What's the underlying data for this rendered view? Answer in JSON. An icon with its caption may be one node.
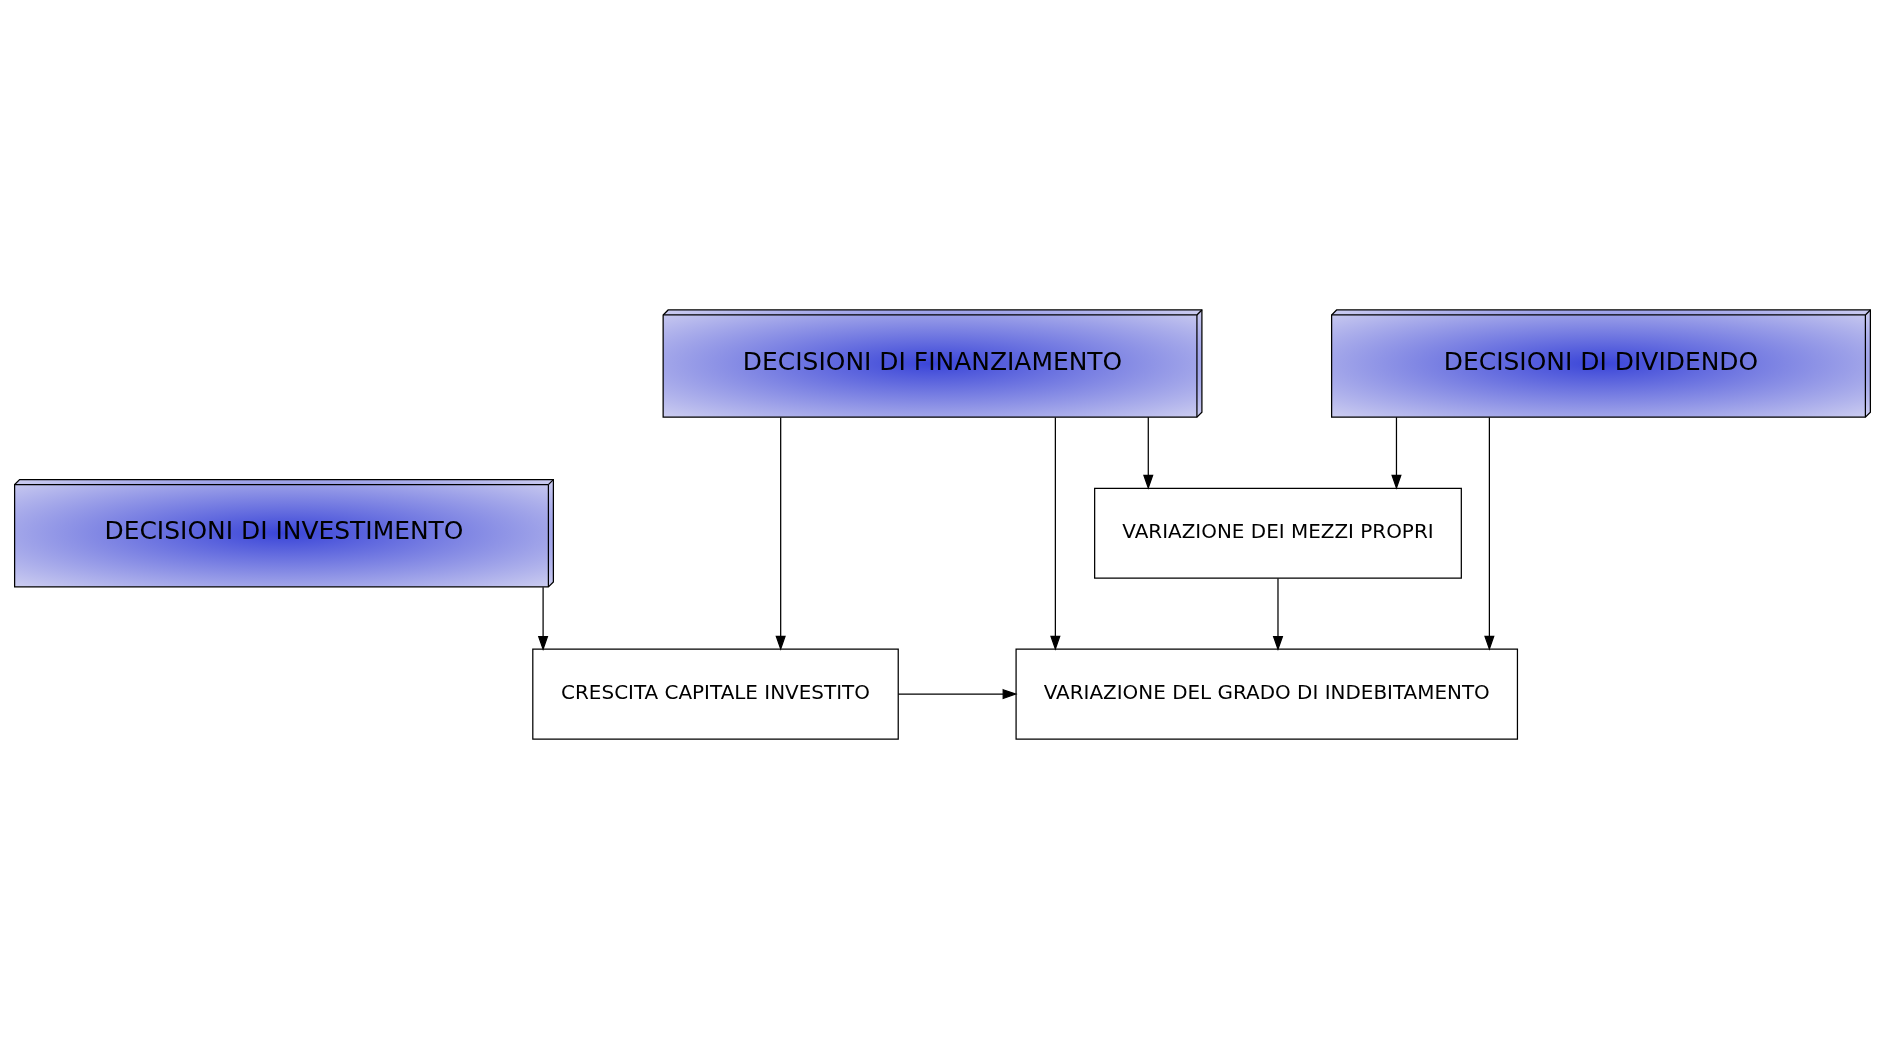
{
  "diagram": {
    "nodes": [
      {
        "text": [
          "DECISIONI DI INVESTIMENTO"
        ]
      },
      {
        "text": [
          "CRESCITA CAPITALE INVESTITO"
        ]
      },
      {
        "text": [
          "VARIAZIONE DEL GRADO DI INDEBITAMENTO"
        ]
      },
      {
        "text": [
          "DECISIONI DI FINANZIAMENTO"
        ]
      },
      {
        "text": [
          "VARIAZIONE DEI MEZZI PROPRI"
        ]
      },
      {
        "text": [
          "DECISIONI DI DIVIDENDO"
        ]
      }
    ],
    "edges": [
      {
        "from": 0,
        "to": 1,
        "arrow": "to"
      },
      {
        "from": 1,
        "to": 2,
        "arrow": "to"
      },
      {
        "from": 3,
        "to": 1,
        "arrow": "to"
      },
      {
        "from": 3,
        "to": 4,
        "arrow": "to"
      },
      {
        "from": 3,
        "to": 2,
        "arrow": "to"
      },
      {
        "from": 4,
        "to": 2,
        "arrow": "to"
      },
      {
        "from": 5,
        "to": 4,
        "arrow": "to"
      },
      {
        "from": 5,
        "to": 2,
        "arrow": "to"
      }
    ]
  }
}
